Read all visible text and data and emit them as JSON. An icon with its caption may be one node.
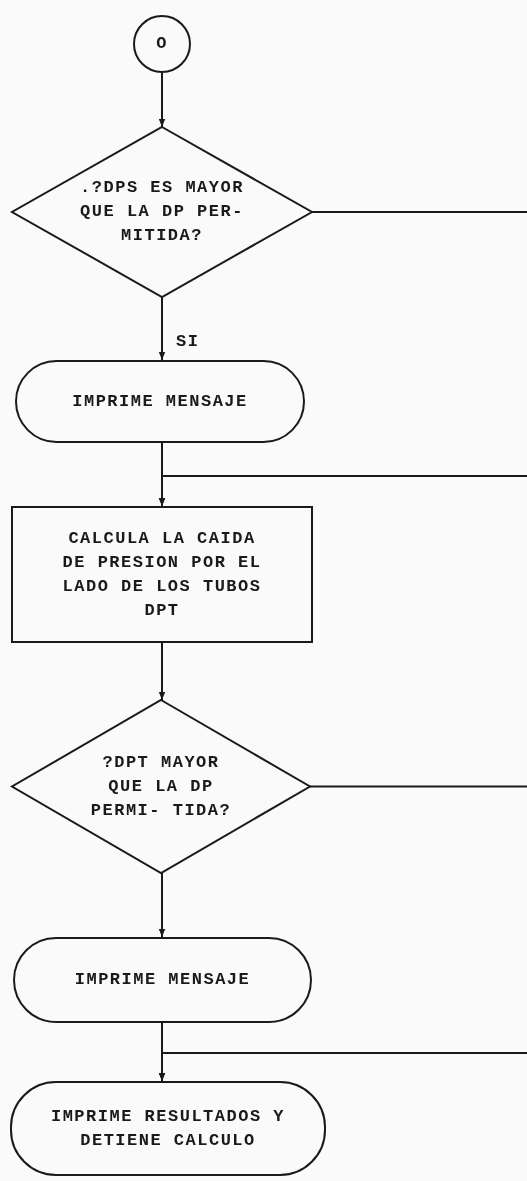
{
  "diagram": {
    "nodes": [
      {
        "text": [
          "O"
        ]
      },
      {
        "text": [
          ".?DPS ES MAYOR QUE LA DP PER- MITIDA?"
        ]
      },
      {
        "text": [
          "IMPRIME MENSAJE"
        ]
      },
      {
        "text": [
          "CALCULA LA CAIDA DE PRESION POR EL LADO DE LOS TUBOS DPT"
        ]
      },
      {
        "text": [
          "?DPT MAYOR QUE LA DP PERMI- TIDA?"
        ]
      },
      {
        "text": [
          "IMPRIME MENSAJE"
        ]
      },
      {
        "text": [
          "IMPRIME RESULTADOS Y DETIENE CALCULO"
        ]
      }
    ],
    "edges": [
      {
        "from": 0,
        "to": 1,
        "arrow": "to"
      },
      {
        "from": 1,
        "to": 2,
        "arrow": "to",
        "label": "SI"
      },
      {
        "from": 2,
        "to": 3,
        "arrow": "to"
      },
      {
        "from": 1,
        "to": null,
        "arrow": "none"
      },
      {
        "from": null,
        "to": 3,
        "arrow": "to"
      },
      {
        "from": 3,
        "to": 4,
        "arrow": "to"
      },
      {
        "from": 4,
        "to": 5,
        "arrow": "to"
      },
      {
        "from": 4,
        "to": null,
        "arrow": "none"
      },
      {
        "from": null,
        "to": 6,
        "arrow": "to"
      },
      {
        "from": 5,
        "to": 6,
        "arrow": "to"
      }
    ]
  }
}
